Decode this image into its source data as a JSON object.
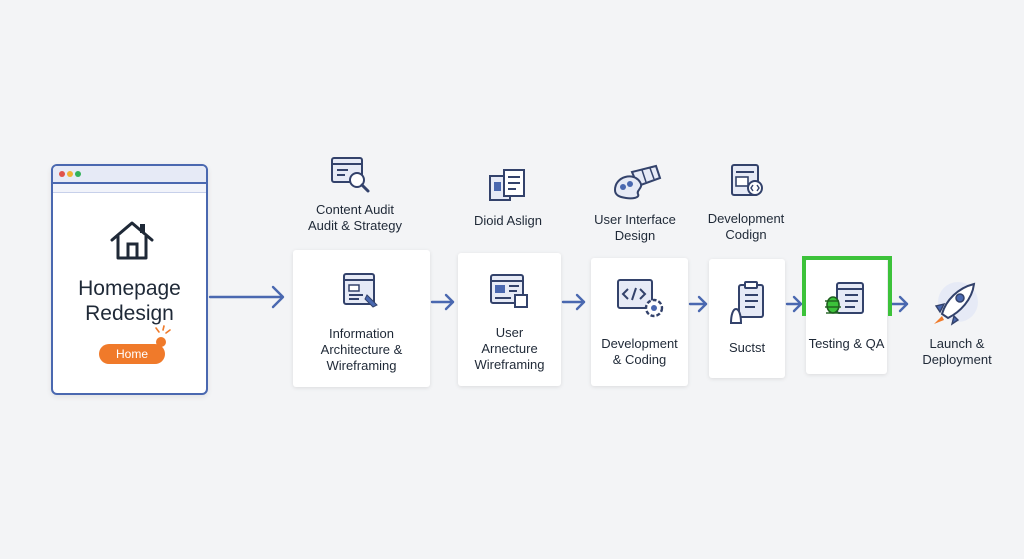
{
  "browser": {
    "title": "Homepage Redesign",
    "button_label": "Home",
    "dots": [
      "#e0524a",
      "#f2b233",
      "#33b25a"
    ]
  },
  "top_steps": [
    {
      "label": "Content Audit\nAudit & Strategy",
      "icon": "search-document-icon"
    },
    {
      "label": "Dioid Aslign",
      "icon": "layout-blocks-icon"
    },
    {
      "label": "User Interface\nDesign",
      "icon": "color-palette-icon"
    },
    {
      "label": "Development\nCodign",
      "icon": "code-device-icon"
    }
  ],
  "cards": [
    {
      "label": "Information\nArchitecture &\nWireframing",
      "icon": "wireframe-document-icon"
    },
    {
      "label": "User\nArnecture\nWireframing",
      "icon": "wireframe-layout-icon"
    },
    {
      "label": "Development\n& Coding",
      "icon": "code-gear-icon"
    },
    {
      "label": "Suctst",
      "icon": "clipboard-checklist-icon"
    },
    {
      "label": "Testing & QA",
      "icon": "bug-checklist-icon"
    }
  ],
  "final_step": {
    "label": "Launch &\nDeployment",
    "icon": "rocket-icon"
  },
  "colors": {
    "accent_blue": "#4a68b0",
    "orange": "#f07a2a",
    "highlight_green": "#3cc23a",
    "background": "#f3f4f6"
  }
}
